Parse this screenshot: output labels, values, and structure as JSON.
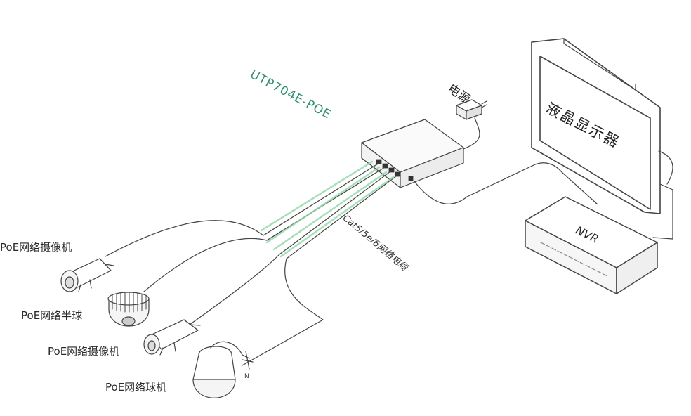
{
  "switch": {
    "model": "UTP704E-POE"
  },
  "power": {
    "label": "电源"
  },
  "monitor": {
    "label": "液晶显示器"
  },
  "nvr": {
    "label": "NVR"
  },
  "cable": {
    "label": "Cat5/5e/6网络电缆"
  },
  "devices": [
    {
      "label": "PoE网络摄像机"
    },
    {
      "label": "PoE网络半球"
    },
    {
      "label": "PoE网络摄像机"
    },
    {
      "label": "PoE网络球机"
    }
  ],
  "colors": {
    "line": "#444444",
    "model_text": "#2f8f6a",
    "cable_green": "#8fd6a6"
  }
}
